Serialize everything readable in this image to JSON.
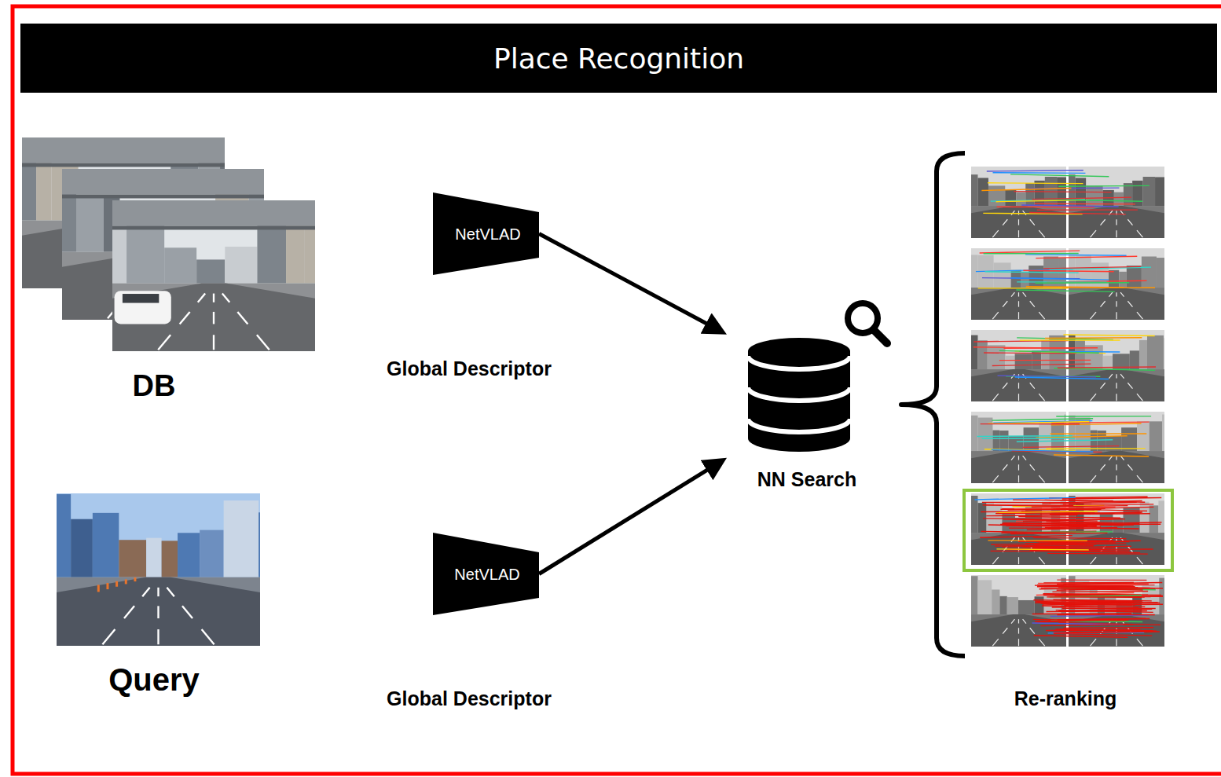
{
  "diagram": {
    "title": "Place Recognition",
    "nodes": [
      {
        "text": [
          "DB"
        ]
      },
      {
        "text": [
          "NetVLAD"
        ]
      },
      {
        "text": [
          "NN Search"
        ]
      },
      {
        "text": [
          "Query"
        ]
      },
      {
        "text": [
          "NetVLAD"
        ]
      }
    ],
    "edges": [
      {
        "from": 1,
        "to": 2,
        "arrow": "to"
      },
      {
        "from": 4,
        "to": 2,
        "arrow": "to"
      }
    ],
    "labels": [
      "Global Descriptor",
      "Global Descriptor",
      "Re-ranking"
    ]
  }
}
